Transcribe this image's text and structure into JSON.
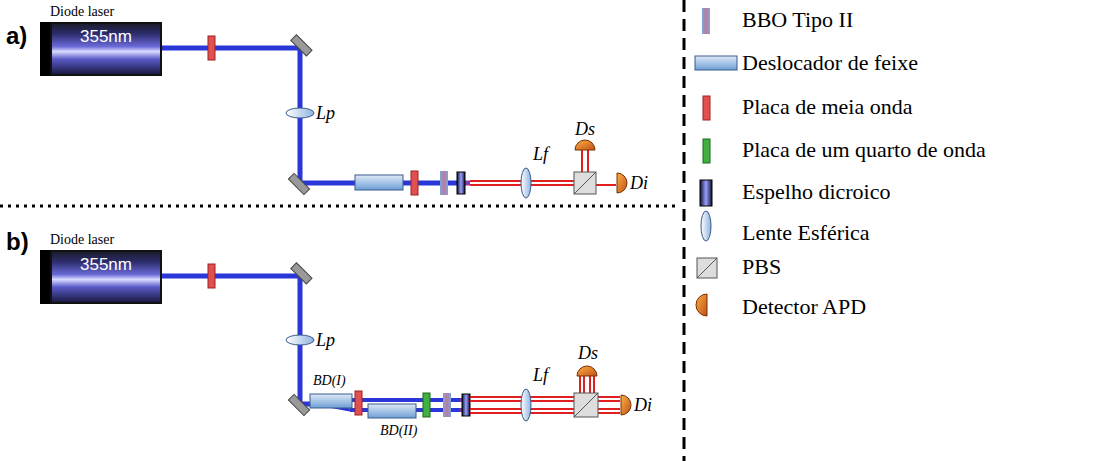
{
  "diagram": {
    "nodes": [
      {
        "text": [
          "Diode laser",
          "355nm"
        ]
      },
      {
        "text": [
          "Diode laser",
          "355nm"
        ]
      }
    ],
    "labels": [
      "a)",
      "Lp",
      "Ds",
      "Lf",
      "Di",
      "b)",
      "Lp",
      "Ds",
      "Lf",
      "Di",
      "BD(I)",
      "BD(II)"
    ],
    "legend": [
      {
        "text": "BBO Tipo II"
      },
      {
        "text": "Deslocador de feixe"
      },
      {
        "text": "Placa de meia onda"
      },
      {
        "text": "Placa de um quarto de onda"
      },
      {
        "text": "Espelho dicroico"
      },
      {
        "text": "Lente Esférica"
      },
      {
        "text": "PBS"
      },
      {
        "text": "Detector APD"
      }
    ]
  }
}
